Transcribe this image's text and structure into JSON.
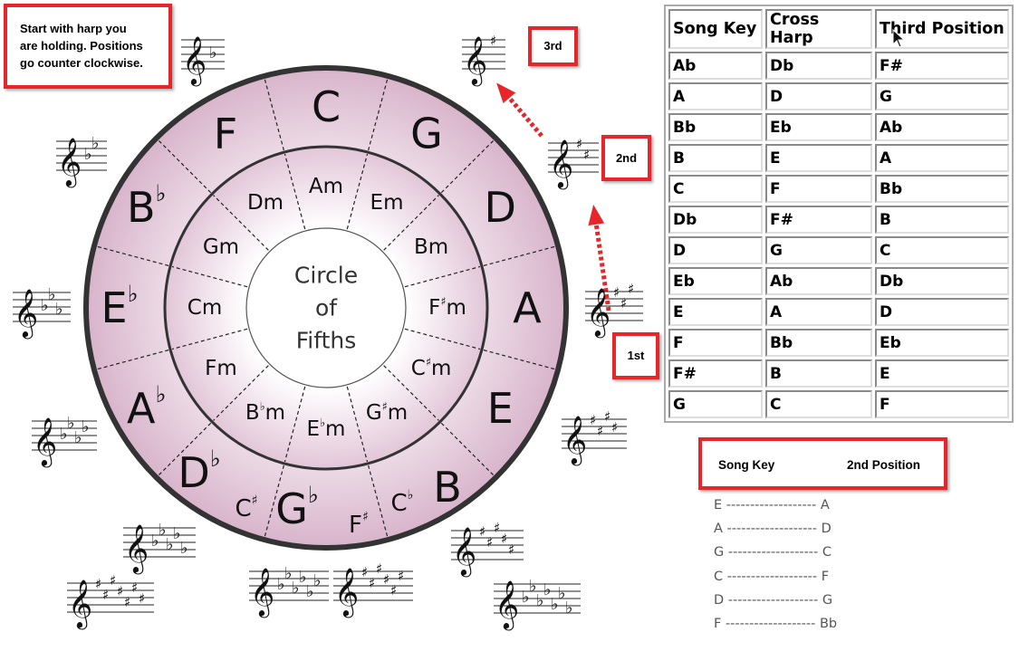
{
  "note": {
    "lines": [
      "Start with harp you",
      "are holding. Positions",
      "go counter clockwise."
    ]
  },
  "position_labels": {
    "first": "1st",
    "second": "2nd",
    "third": "3rd"
  },
  "circle": {
    "center": [
      "Circle",
      "of",
      "Fifths"
    ],
    "major": [
      {
        "base": "C",
        "acc": ""
      },
      {
        "base": "G",
        "acc": ""
      },
      {
        "base": "D",
        "acc": ""
      },
      {
        "base": "A",
        "acc": ""
      },
      {
        "base": "E",
        "acc": ""
      },
      {
        "base": "B",
        "acc": ""
      },
      {
        "base": "G",
        "acc": "♭"
      },
      {
        "base": "D",
        "acc": "♭"
      },
      {
        "base": "A",
        "acc": "♭"
      },
      {
        "base": "E",
        "acc": "♭"
      },
      {
        "base": "B",
        "acc": "♭"
      },
      {
        "base": "F",
        "acc": ""
      }
    ],
    "enharmonic": [
      {
        "base": "C",
        "acc": "♭"
      },
      {
        "base": "F",
        "acc": "♯"
      },
      {
        "base": "C",
        "acc": "♯"
      }
    ],
    "minor": [
      {
        "base": "Am",
        "acc": ""
      },
      {
        "base": "Em",
        "acc": ""
      },
      {
        "base": "Bm",
        "acc": ""
      },
      {
        "base": "F",
        "acc": "♯",
        "tail": "m"
      },
      {
        "base": "C",
        "acc": "♯",
        "tail": "m"
      },
      {
        "base": "G",
        "acc": "♯",
        "tail": "m"
      },
      {
        "base": "E",
        "acc": "♭",
        "tail": "m"
      },
      {
        "base": "B",
        "acc": "♭",
        "tail": "m"
      },
      {
        "base": "Fm",
        "acc": ""
      },
      {
        "base": "Cm",
        "acc": ""
      },
      {
        "base": "Gm",
        "acc": ""
      },
      {
        "base": "Dm",
        "acc": ""
      }
    ],
    "colors": {
      "ring_outer": "#d8b4cb",
      "ring_light": "#ffffff",
      "stroke": "#333333",
      "arrow": "#e8262a"
    }
  },
  "key_signatures": [
    {
      "key": "F",
      "type": "flat",
      "count": 1
    },
    {
      "key": "Bb",
      "type": "flat",
      "count": 2
    },
    {
      "key": "Eb",
      "type": "flat",
      "count": 3
    },
    {
      "key": "Ab",
      "type": "flat",
      "count": 4
    },
    {
      "key": "Db",
      "type": "flat",
      "count": 5
    },
    {
      "key": "Gb",
      "type": "flat",
      "count": 6
    },
    {
      "key": "Cb",
      "type": "flat",
      "count": 7
    },
    {
      "key": "C#",
      "type": "sharp",
      "count": 7
    },
    {
      "key": "F#",
      "type": "sharp",
      "count": 6
    },
    {
      "key": "B",
      "type": "sharp",
      "count": 5
    },
    {
      "key": "E",
      "type": "sharp",
      "count": 4
    },
    {
      "key": "A",
      "type": "sharp",
      "count": 3
    },
    {
      "key": "D",
      "type": "sharp",
      "count": 2
    },
    {
      "key": "G",
      "type": "sharp",
      "count": 1
    }
  ],
  "table": {
    "headers": [
      "Song Key",
      "Cross Harp",
      "Third Position"
    ],
    "rows": [
      [
        "Ab",
        "Db",
        "F#"
      ],
      [
        "A",
        "D",
        "G"
      ],
      [
        "Bb",
        "Eb",
        "Ab"
      ],
      [
        "B",
        "E",
        "A"
      ],
      [
        "C",
        "F",
        "Bb"
      ],
      [
        "Db",
        "F#",
        "B"
      ],
      [
        "D",
        "G",
        "C"
      ],
      [
        "Eb",
        "Ab",
        "Db"
      ],
      [
        "E",
        "A",
        "D"
      ],
      [
        "F",
        "Bb",
        "Eb"
      ],
      [
        "F#",
        "B",
        "E"
      ],
      [
        "G",
        "C",
        "F"
      ]
    ]
  },
  "second_position": {
    "header_key": "Song Key",
    "header_pos": "2nd Position",
    "rows": [
      {
        "key": "E",
        "dashes": "-------------------",
        "pos": "A"
      },
      {
        "key": "A",
        "dashes": "-------------------",
        "pos": "D"
      },
      {
        "key": "G",
        "dashes": "-------------------",
        "pos": "C"
      },
      {
        "key": "C",
        "dashes": "-------------------",
        "pos": "F"
      },
      {
        "key": "D",
        "dashes": "-------------------",
        "pos": "G"
      },
      {
        "key": "F",
        "dashes": "-------------------",
        "pos": "Bb"
      }
    ]
  }
}
